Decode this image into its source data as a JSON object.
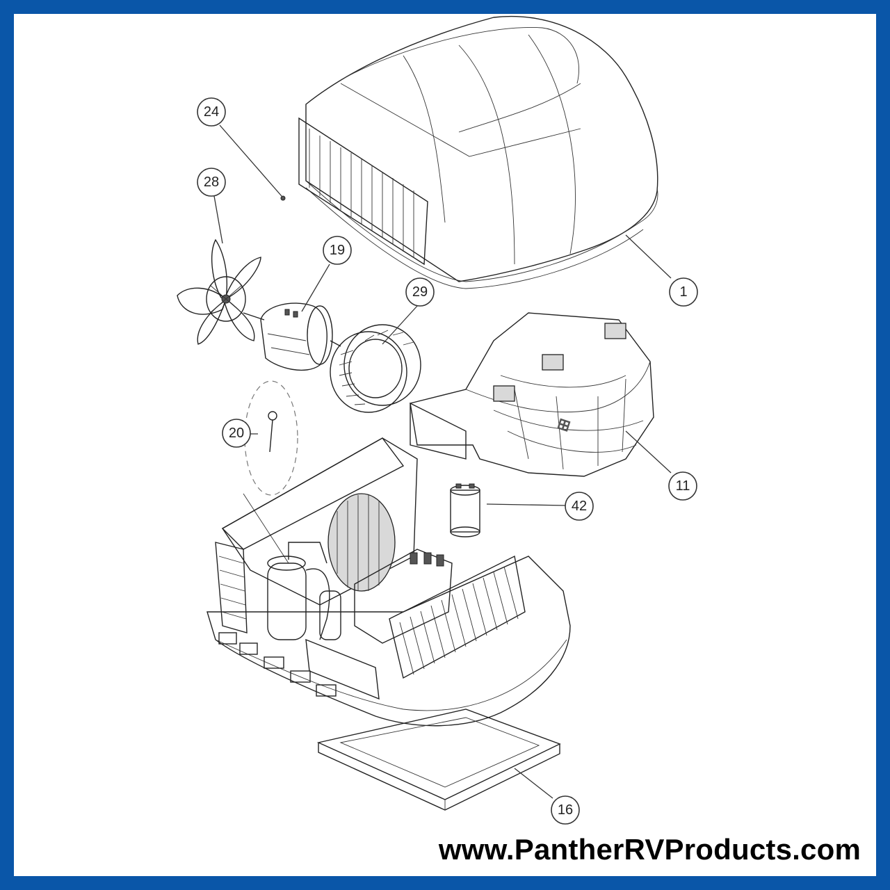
{
  "branding": {
    "frame_color": "#0a56a8",
    "website": "www.PantherRVProducts.com"
  },
  "callouts": [
    "24",
    "28",
    "19",
    "29",
    "1",
    "20",
    "11",
    "42",
    "16"
  ]
}
